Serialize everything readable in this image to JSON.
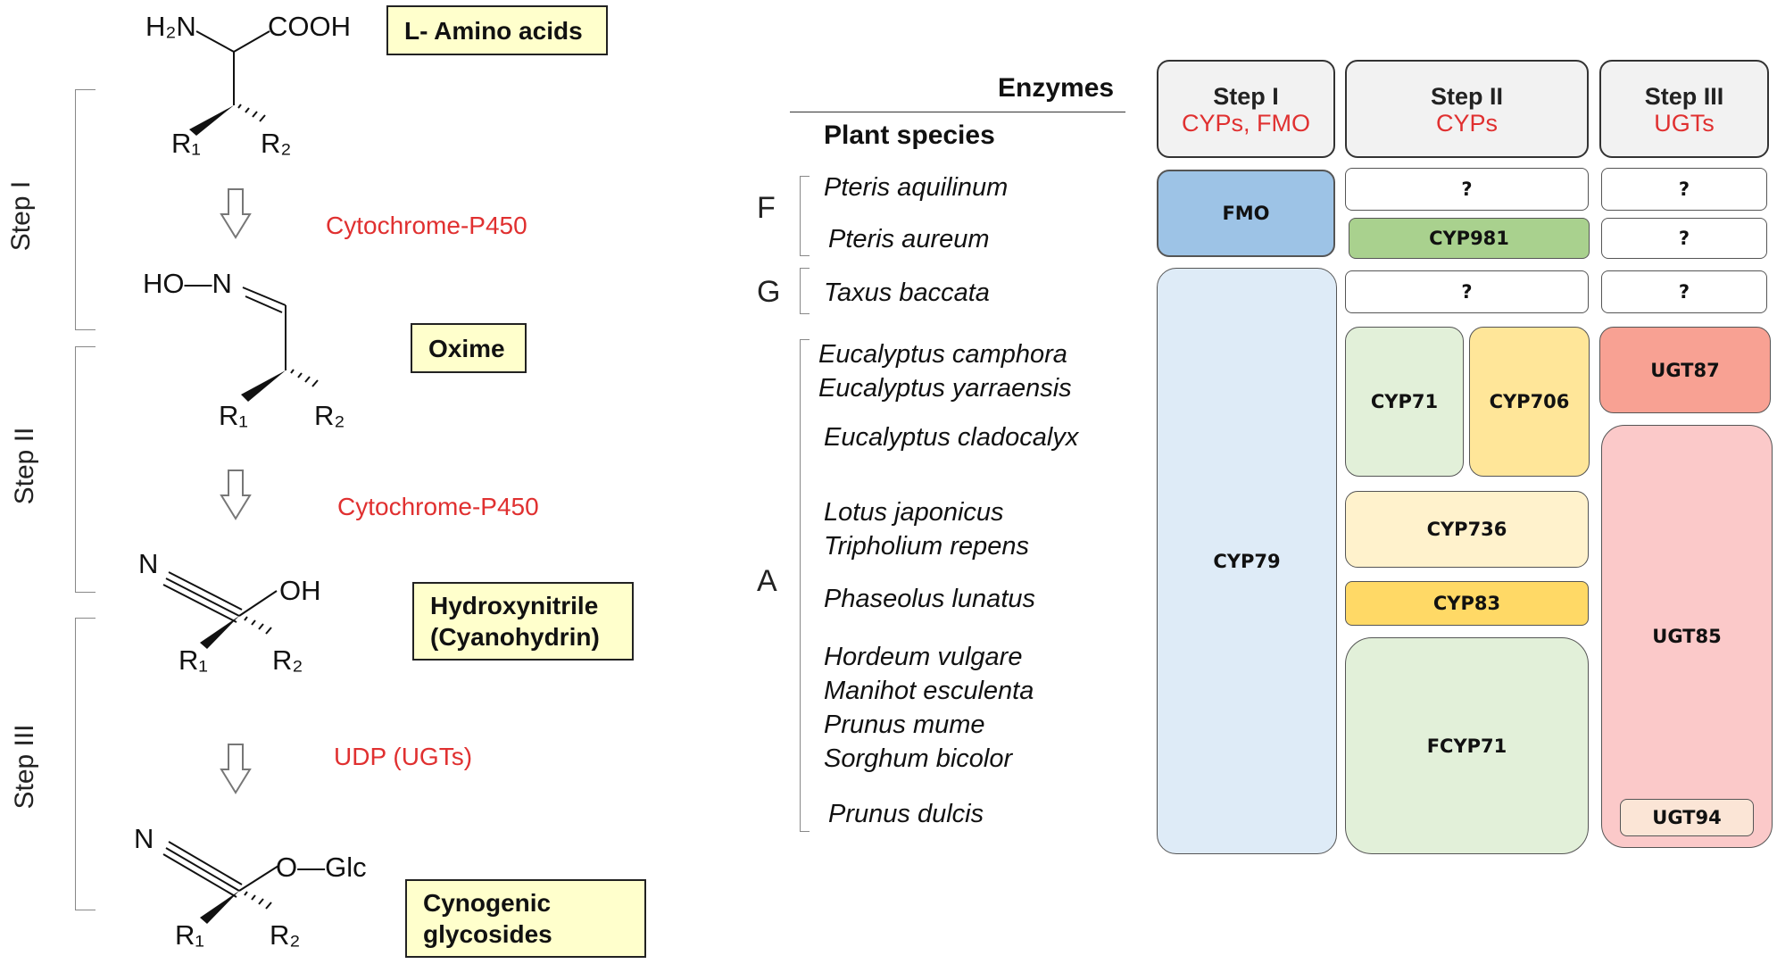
{
  "pathway": {
    "compounds": {
      "amino_acids": "L- Amino acids",
      "oxime": "Oxime",
      "hydroxynitrile": "Hydroxynitrile (Cyanohydrin)",
      "glycosides": "Cynogenic glycosides"
    },
    "reactions": {
      "step1_enzyme": "Cytochrome-P450",
      "step2_enzyme": "Cytochrome-P450",
      "step3_enzyme": "UDP (UGTs)"
    },
    "steps": [
      "Step  I",
      "Step II",
      "Step III"
    ],
    "structure_labels": {
      "h2n": "H₂N",
      "cooh": "COOH",
      "r1": "R₁",
      "r2": "R₂",
      "hon": "HO—N",
      "n": "N",
      "oh": "OH",
      "oglc": "O—Glc"
    }
  },
  "table": {
    "enzymes_label": "Enzymes",
    "species_label": "Plant species",
    "headers": [
      {
        "title": "Step I",
        "sub": "CYPs, FMO"
      },
      {
        "title": "Step II",
        "sub": "CYPs"
      },
      {
        "title": "Step III",
        "sub": "UGTs"
      }
    ],
    "families": [
      "F",
      "G",
      "A"
    ],
    "species": [
      "Pteris aquilinum",
      "Pteris aureum",
      "Taxus baccata",
      "Eucalyptus camphora",
      "Eucalyptus yarraensis",
      "Eucalyptus cladocalyx",
      "Lotus japonicus",
      "Tripholium repens",
      "Phaseolus lunatus",
      "Hordeum vulgare",
      "Manihot esculenta",
      "Prunus mume",
      "Sorghum bicolor",
      "Prunus dulcis"
    ],
    "cells": {
      "fmo": "FMO",
      "cyp79": "CYP79",
      "cyp981": "CYP981",
      "cyp71": "CYP71",
      "cyp706": "CYP706",
      "cyp736": "CYP736",
      "cyp83": "CYP83",
      "fcyp71": "FCYP71",
      "ugt87": "UGT87",
      "ugt85": "UGT85",
      "ugt94": "UGT94",
      "unknown": "?"
    },
    "colors": {
      "fmo": "#9dc3e6",
      "cyp79": "#deebf7",
      "cyp981": "#a9d18e",
      "cyp71": "#e2f0d9",
      "cyp706": "#ffe699",
      "cyp736": "#fff2cc",
      "cyp83": "#ffd966",
      "fcyp71": "#e2f0d9",
      "ugt87": "#f8a193",
      "ugt85": "#fbc9c9",
      "ugt94": "#fbe5d6",
      "header": "#f2f2f2",
      "red_text": "#e03030",
      "compound_box": "#ffffcc"
    }
  }
}
